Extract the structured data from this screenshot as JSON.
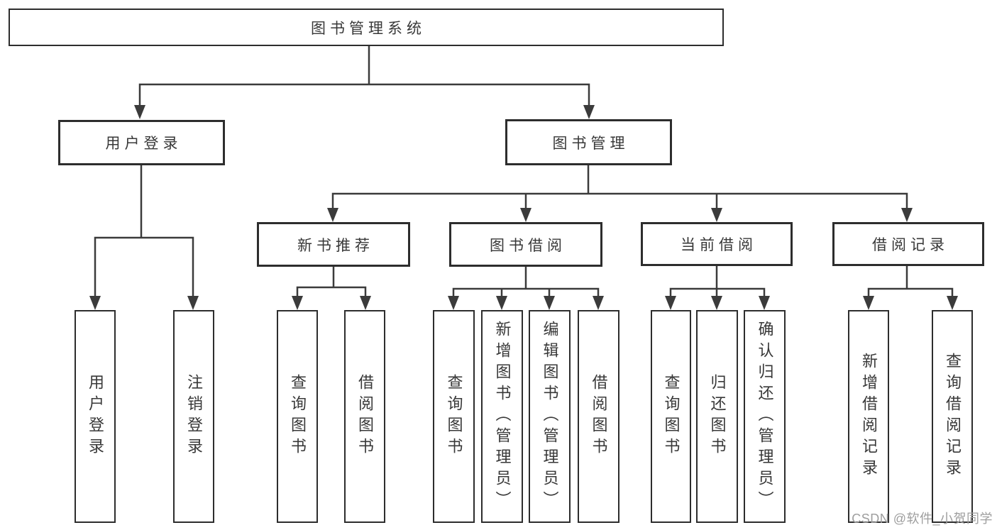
{
  "diagram_title": "图书管理系统",
  "tree": {
    "root": {
      "label": "图书管理系统"
    },
    "branches": [
      {
        "label": "用户登录",
        "children": [
          {
            "label": "用户登录"
          },
          {
            "label": "注销登录"
          }
        ]
      },
      {
        "label": "图书管理",
        "children": [
          {
            "label": "新书推荐",
            "children": [
              {
                "label": "查询图书"
              },
              {
                "label": "借阅图书"
              }
            ]
          },
          {
            "label": "图书借阅",
            "children": [
              {
                "label": "查询图书"
              },
              {
                "label": "新增图书（管理员）"
              },
              {
                "label": "编辑图书（管理员）"
              },
              {
                "label": "借阅图书"
              }
            ]
          },
          {
            "label": "当前借阅",
            "children": [
              {
                "label": "查询图书"
              },
              {
                "label": "归还图书"
              },
              {
                "label": "确认归还（管理员）"
              }
            ]
          },
          {
            "label": "借阅记录",
            "children": [
              {
                "label": "新增借阅记录"
              },
              {
                "label": "查询借阅记录"
              }
            ]
          }
        ]
      }
    ]
  },
  "watermark": {
    "text": "CSDN @软件_小贺同学",
    "color": "#9e9e9e"
  },
  "colors": {
    "line": "#3b3b3b",
    "box_border": "#2d2d2d",
    "text": "#383838",
    "background": "#ffffff"
  }
}
